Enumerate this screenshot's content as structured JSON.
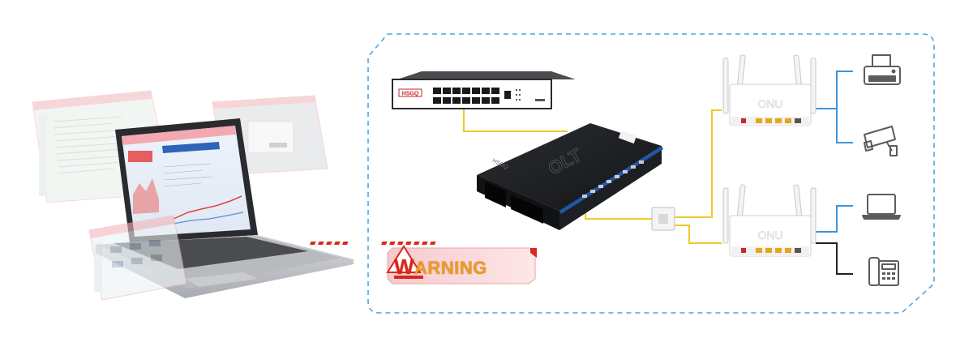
{
  "colors": {
    "frame_border": "#4aa6e0",
    "fiber_line": "#f2c82a",
    "ethernet_line": "#3b95dc",
    "phone_line": "#222222",
    "warning_text": "#e8a020",
    "warning_accent": "#d8281e",
    "device_dark": "#1c1c1c",
    "device_blue_trim": "#1f56a8"
  },
  "switch": {
    "brand": "HSGQ"
  },
  "olt": {
    "brand": "HSGQ",
    "label": "OLT"
  },
  "router": {
    "brand": "ONU"
  },
  "warning": {
    "text": "WARNING",
    "first_letter": "W",
    "rest": "ARNING"
  },
  "icons": [
    "printer-icon",
    "security-camera-icon",
    "laptop-icon",
    "desk-phone-icon"
  ]
}
